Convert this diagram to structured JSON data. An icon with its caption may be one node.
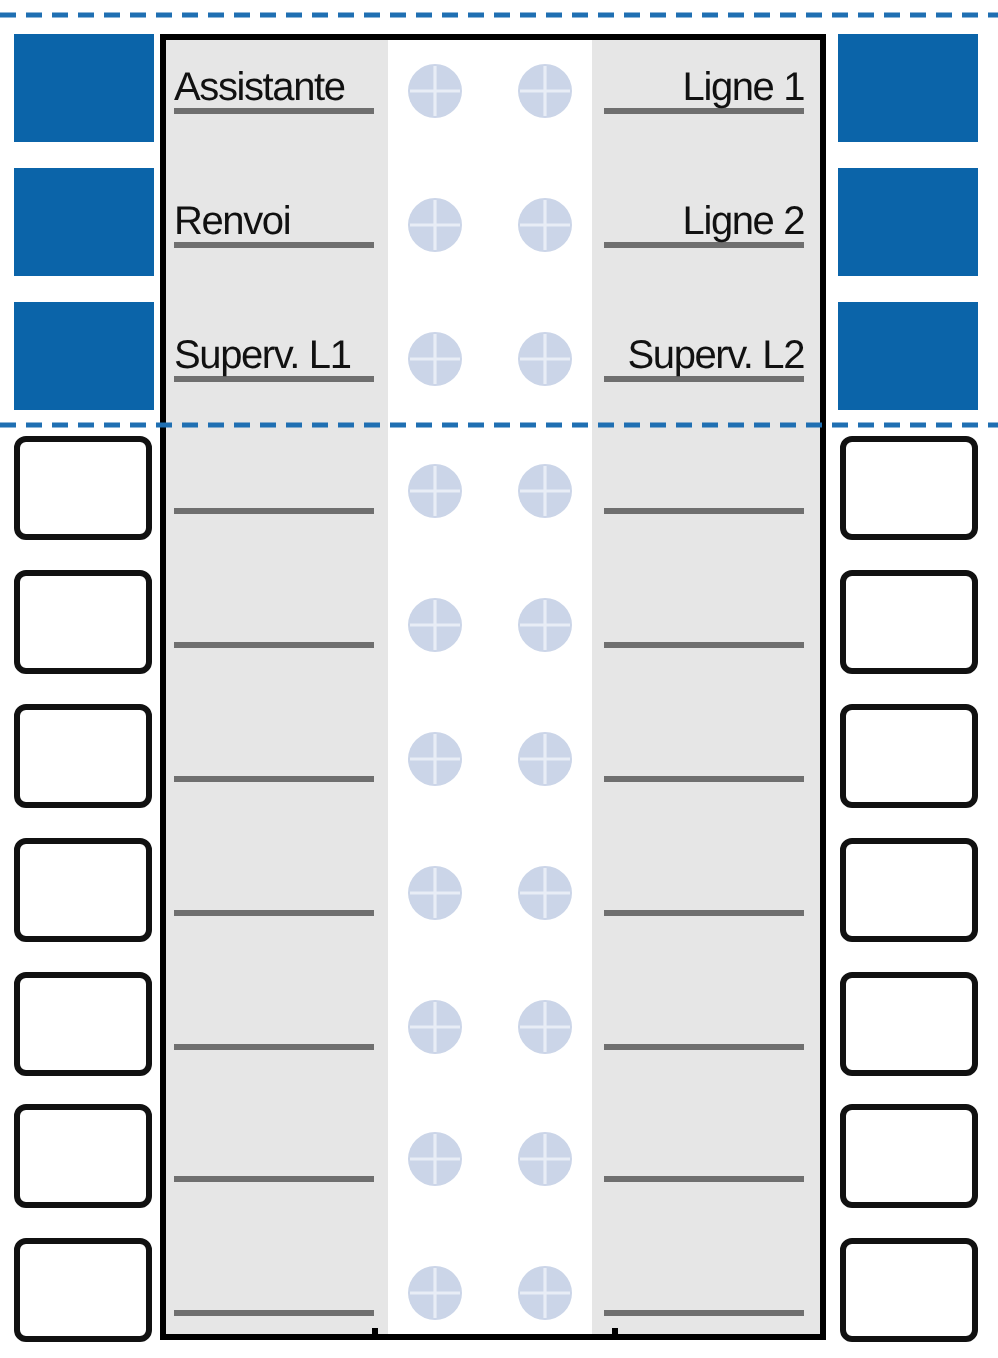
{
  "diagram": {
    "labels": [
      "Assistante",
      "Ligne 1",
      "Renvoi",
      "Ligne 2",
      "Superv. L1",
      "Superv. L2"
    ]
  }
}
